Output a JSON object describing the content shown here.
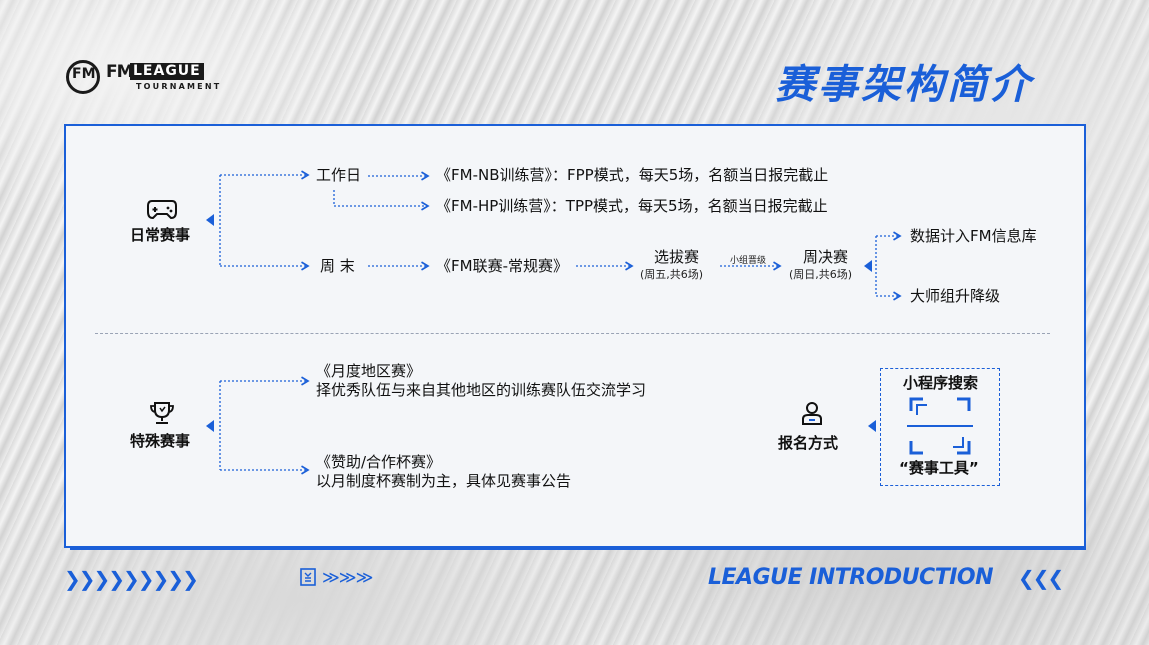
{
  "logo": {
    "ring_text": "FM",
    "fm": "FM",
    "league": "LEAGUE",
    "tournament": "TOURNAMENT"
  },
  "title": "赛事架构简介",
  "daily": {
    "category": "日常赛事",
    "icon": "gamepad-icon",
    "weekday": "工作日",
    "nb": "《FM-NB训练营》：FPP模式，每天5场，名额当日报完截止",
    "hp": "《FM-HP训练营》：TPP模式，每天5场，名额当日报完截止",
    "weekend": "周 末",
    "league_regular": "《FM联赛-常规赛》",
    "selection": "选拔赛",
    "selection_sub": "(周五,共6场)",
    "promote_label": "小组晋级",
    "weekly_final": "周决赛",
    "weekly_final_sub": "(周日,共6场)",
    "data_to_db": "数据计入FM信息库",
    "master_group": "大师组升降级"
  },
  "special": {
    "category": "特殊赛事",
    "icon": "trophy-icon",
    "monthly_title": "《月度地区赛》",
    "monthly_desc": "择优秀队伍与来自其他地区的训练赛队伍交流学习",
    "cup_title": "《赞助/合作杯赛》",
    "cup_desc": "以月制度杯赛制为主，具体见赛事公告"
  },
  "signup": {
    "category": "报名方式",
    "icon": "user-icon",
    "mini_program": "小程序搜索",
    "tool_name": "“赛事工具”"
  },
  "footer": {
    "arrows": "❯❯❯❯❯❯❯❯❯",
    "arrows2": "≫≫≫",
    "title": "LEAGUE INTRODUCTION",
    "back": "❮❮❮"
  },
  "colors": {
    "accent": "#1a5fd8"
  }
}
